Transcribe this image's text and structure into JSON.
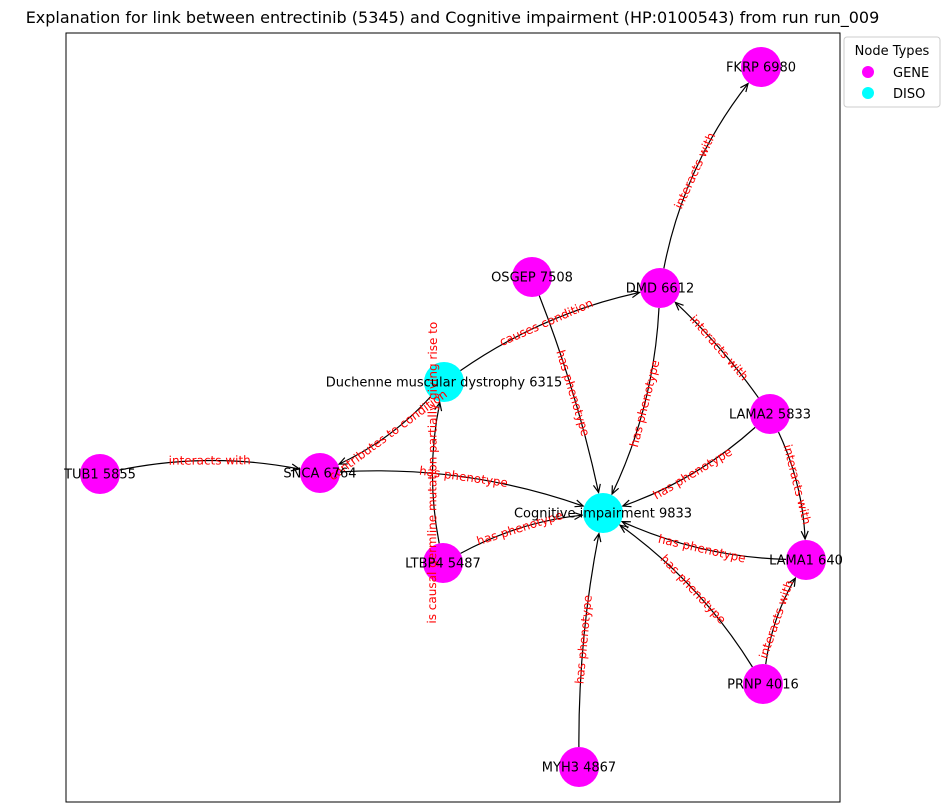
{
  "title": "Explanation for link between entrectinib (5345) and Cognitive impairment (HP:0100543) from run run_009",
  "legend": {
    "title": "Node Types",
    "items": [
      {
        "label": "GENE",
        "color": "#ff00ff"
      },
      {
        "label": "DISO",
        "color": "#00ffff"
      }
    ]
  },
  "colors": {
    "GENE": "#ff00ff",
    "DISO": "#00ffff",
    "edge": "#000000",
    "edge_label": "#ff0000"
  },
  "nodes": [
    {
      "id": "fkrp",
      "label": "FKRP 6980",
      "type": "GENE"
    },
    {
      "id": "osgep",
      "label": "OSGEP 7508",
      "type": "GENE"
    },
    {
      "id": "dmd",
      "label": "DMD 6612",
      "type": "GENE"
    },
    {
      "id": "duchenne",
      "label": "Duchenne muscular dystrophy 6315",
      "type": "DISO"
    },
    {
      "id": "lama2",
      "label": "LAMA2 5833",
      "type": "GENE"
    },
    {
      "id": "tub1",
      "label": "TUB1 5855",
      "type": "GENE"
    },
    {
      "id": "snca",
      "label": "SNCA 6764",
      "type": "GENE"
    },
    {
      "id": "cog",
      "label": "Cognitive impairment 9833",
      "type": "DISO"
    },
    {
      "id": "ltbp4",
      "label": "LTBP4 5487",
      "type": "GENE"
    },
    {
      "id": "lama1",
      "label": "LAMA1 640",
      "type": "GENE"
    },
    {
      "id": "prnp",
      "label": "PRNP 4016",
      "type": "GENE"
    },
    {
      "id": "myh3",
      "label": "MYH3 4867",
      "type": "GENE"
    }
  ],
  "edges": [
    {
      "source": "dmd",
      "target": "fkrp",
      "label": "interacts with"
    },
    {
      "source": "duchenne",
      "target": "dmd",
      "label": "causes condition"
    },
    {
      "source": "osgep",
      "target": "cog",
      "label": "has phenotype"
    },
    {
      "source": "dmd",
      "target": "cog",
      "label": "has phenotype"
    },
    {
      "source": "lama2",
      "target": "dmd",
      "label": "interacts with"
    },
    {
      "source": "lama2",
      "target": "cog",
      "label": "has phenotype"
    },
    {
      "source": "lama2",
      "target": "lama1",
      "label": "interacts with"
    },
    {
      "source": "tub1",
      "target": "snca",
      "label": "interacts with"
    },
    {
      "source": "snca",
      "target": "cog",
      "label": "has phenotype"
    },
    {
      "source": "duchenne",
      "target": "snca",
      "label": "contributes to condition"
    },
    {
      "source": "ltbp4",
      "target": "duchenne",
      "label": "is causal germline mutation partially giving rise to"
    },
    {
      "source": "ltbp4",
      "target": "cog",
      "label": "has phenotype"
    },
    {
      "source": "lama1",
      "target": "cog",
      "label": "has phenotype"
    },
    {
      "source": "prnp",
      "target": "cog",
      "label": "has phenotype"
    },
    {
      "source": "prnp",
      "target": "lama1",
      "label": "interacts with"
    },
    {
      "source": "myh3",
      "target": "cog",
      "label": "has phenotype"
    }
  ]
}
